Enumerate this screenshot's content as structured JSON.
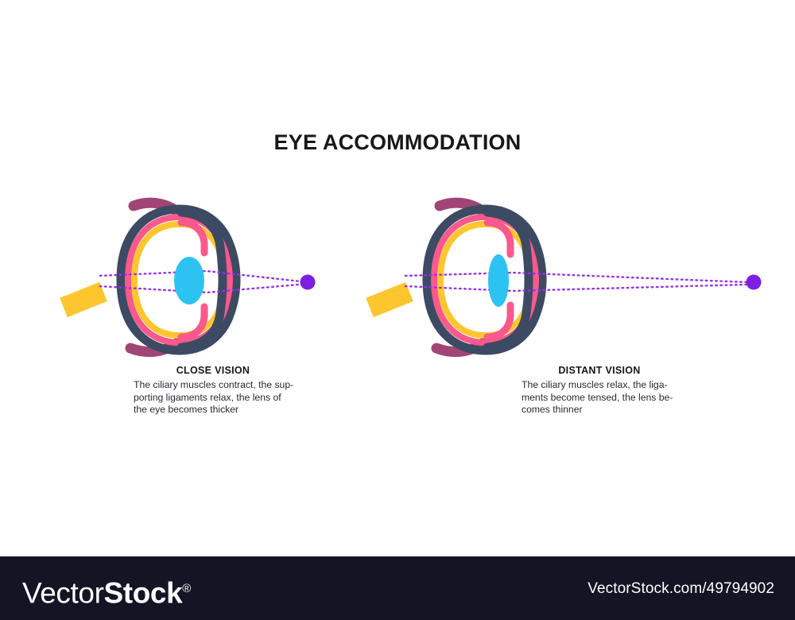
{
  "title": "EYE ACCOMMODATION",
  "background_color": "#ffffff",
  "panels": [
    {
      "id": "close-vision",
      "caption_title": "CLOSE VISION",
      "caption_body": "The ciliary muscles contract, the sup-\nporting ligaments relax, the lens of\nthe eye becomes thicker",
      "lens_state": "thick",
      "light_source_label": "point-light-source"
    },
    {
      "id": "distant-vision",
      "caption_title": "DISTANT VISION",
      "caption_body": "The ciliary muscles  relax, the liga-\nments become tensed, the lens be-\ncomes thinner",
      "lens_state": "thin",
      "light_source_label": "point-light-source"
    }
  ],
  "anatomy_colors": {
    "sclera": "#3d4a63",
    "choroid": "#f9598c",
    "retina": "#fdc62e",
    "lens": "#2cc3f2",
    "iris": "#f9598c",
    "optic_nerve": "#fdc62e",
    "ciliary_muscle": "#a04576",
    "light_ray": "#9b2df0",
    "light_source": "#7b1fe0",
    "vitreous": "#ffffff"
  },
  "footer": {
    "background_color": "#131424",
    "logo_part_one": "Vector",
    "logo_part_two": "Stock",
    "logo_registered": "®",
    "url": "VectorStock.com/49794902"
  }
}
